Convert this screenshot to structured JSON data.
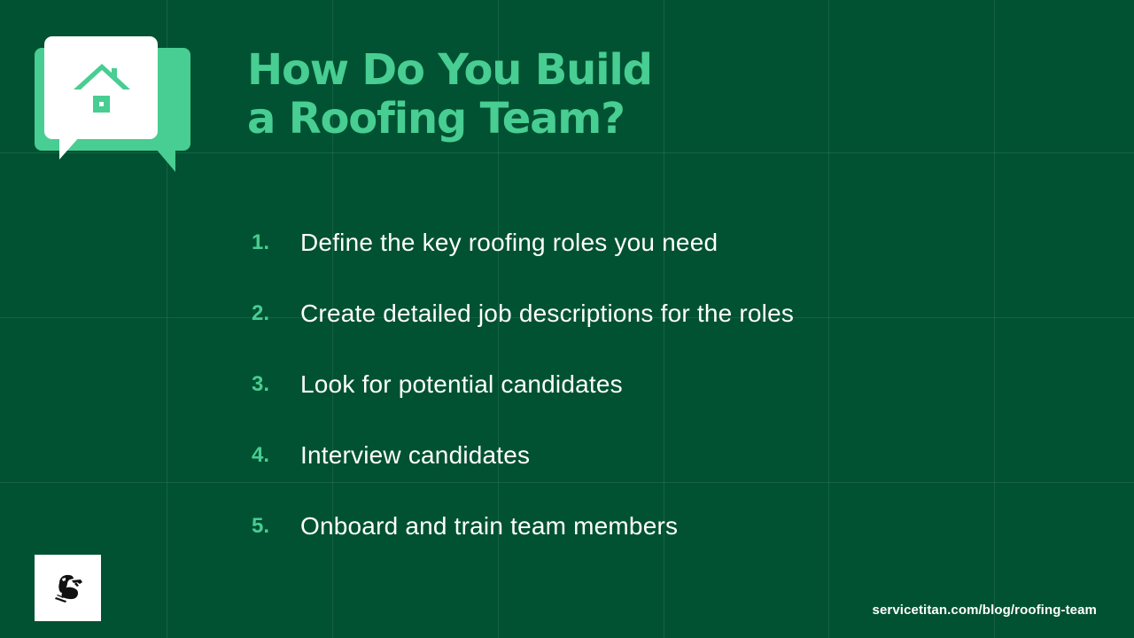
{
  "slide": {
    "background_color": "#015232",
    "accent_color": "#48CD92",
    "title_line1": "How Do You Build",
    "title_line2": "a Roofing Team?",
    "steps": [
      {
        "number": "1.",
        "text": "Define the key roofing roles you need"
      },
      {
        "number": "2.",
        "text": "Create detailed job descriptions for the roles"
      },
      {
        "number": "3.",
        "text": "Look for potential candidates"
      },
      {
        "number": "4.",
        "text": "Interview candidates"
      },
      {
        "number": "5.",
        "text": "Onboard and train team members"
      }
    ],
    "icons": {
      "header": "chat-bubbles-house-icon",
      "brand": "titan-warrior-logo-icon"
    },
    "source_url": "servicetitan.com/blog/roofing-team"
  }
}
